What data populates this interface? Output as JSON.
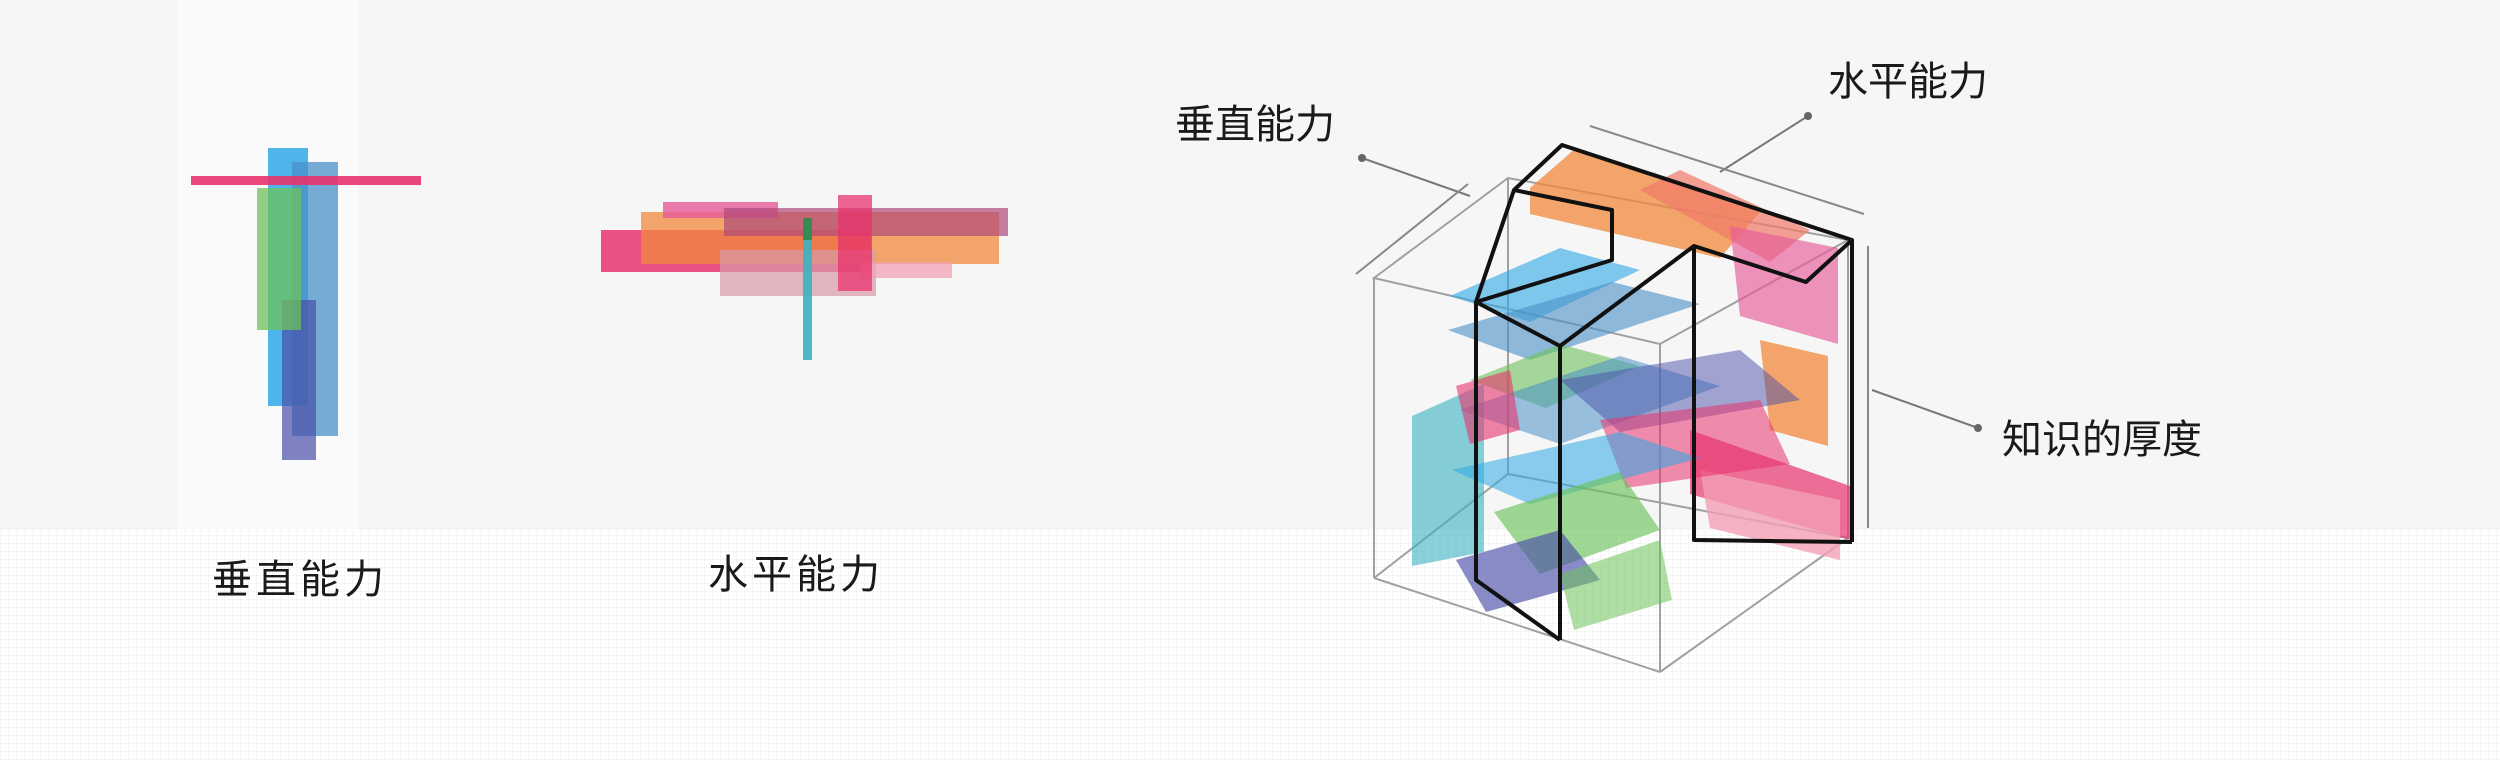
{
  "captions": {
    "vertical": "垂直能力",
    "horizontal": "水平能力"
  },
  "callouts": {
    "vertical": "垂直能力",
    "horizontal": "水平能力",
    "depth": "知识的厚度"
  },
  "colors": {
    "magenta": "#e8336e",
    "pink": "#e75a99",
    "orange": "#f0883b",
    "coral": "#f2796a",
    "sky_blue": "#2ea8e6",
    "steel_blue": "#4a90c8",
    "teal": "#3bb3c2",
    "green": "#6cc25a",
    "indigo": "#4a4fa8",
    "cube_edge": "#999999",
    "outline": "#111111"
  }
}
